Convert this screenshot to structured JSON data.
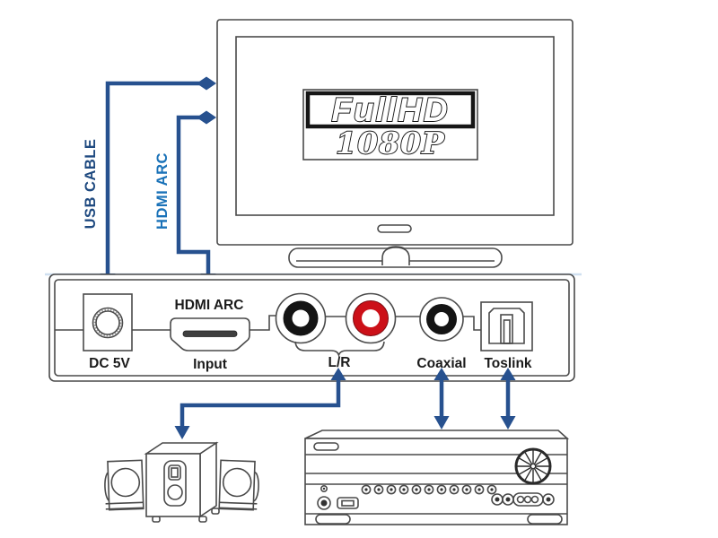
{
  "cables": {
    "usb": {
      "label": "USB CABLE"
    },
    "hdmi_arc": {
      "label": "HDMI ARC"
    }
  },
  "tv": {
    "logo_line1": "FullHD",
    "logo_line2": "1080P"
  },
  "converter": {
    "hdmi_port_label": "HDMI ARC",
    "ports": {
      "dc": "DC 5V",
      "hdmi": "Input",
      "lr": "L/R",
      "coaxial": "Coaxial",
      "toslink": "Toslink"
    }
  },
  "colors": {
    "arrow_blue": "#27518f",
    "usb_label_blue": "#1f4a80",
    "hdmi_label_blue": "#1a72b8",
    "line_gray": "#4a4a4a",
    "label_black": "#1b1b1b",
    "rca_red": "#cc1018",
    "rca_black": "#141414"
  }
}
